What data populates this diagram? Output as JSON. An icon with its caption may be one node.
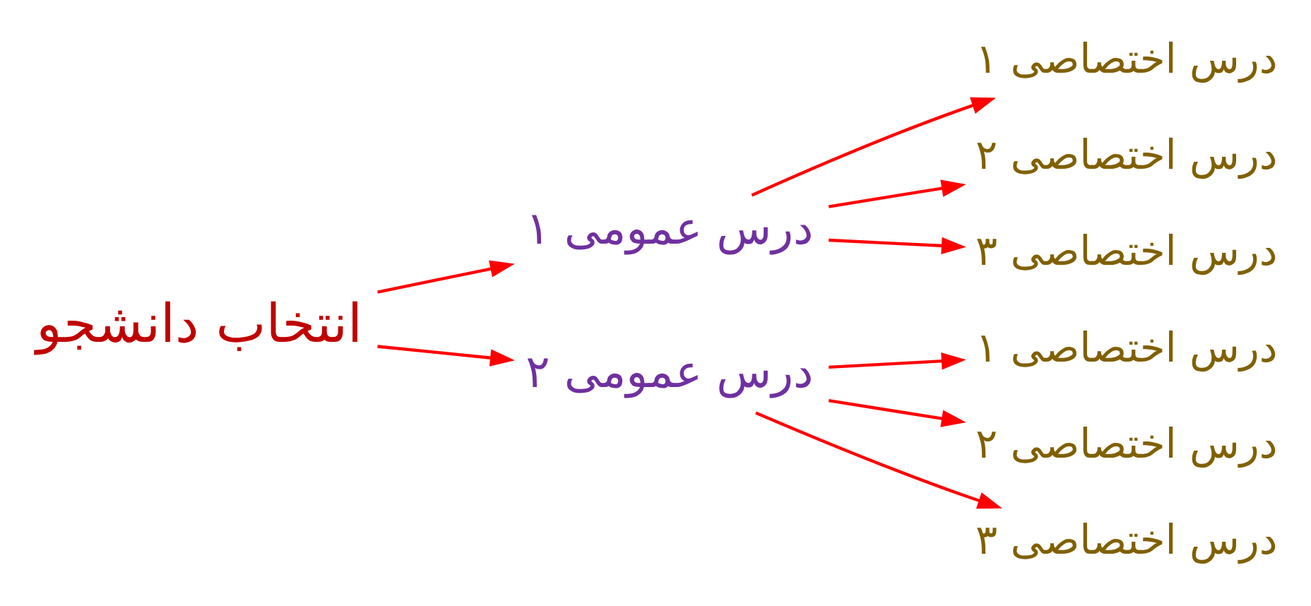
{
  "diagram": {
    "nodes": [
      {
        "text": [
          "انتخاب دانشجو"
        ]
      },
      {
        "text": [
          "درس عمومی ۱"
        ]
      },
      {
        "text": [
          "درس اختصاصی ۱"
        ]
      },
      {
        "text": [
          "درس اختصاصی ۲"
        ]
      },
      {
        "text": [
          "درس اختصاصی ۳"
        ]
      },
      {
        "text": [
          "درس عمومی ۲"
        ]
      },
      {
        "text": [
          "درس اختصاصی ۱"
        ]
      },
      {
        "text": [
          "درس اختصاصی ۲"
        ]
      },
      {
        "text": [
          "درس اختصاصی ۳"
        ]
      }
    ],
    "edges": [
      {
        "from": 0,
        "to": 1,
        "arrow": "to"
      },
      {
        "from": 0,
        "to": 5,
        "arrow": "to"
      },
      {
        "from": 1,
        "to": 2,
        "arrow": "to"
      },
      {
        "from": 1,
        "to": 3,
        "arrow": "to"
      },
      {
        "from": 1,
        "to": 4,
        "arrow": "to"
      },
      {
        "from": 5,
        "to": 6,
        "arrow": "to"
      },
      {
        "from": 5,
        "to": 7,
        "arrow": "to"
      },
      {
        "from": 5,
        "to": 8,
        "arrow": "to"
      }
    ]
  }
}
